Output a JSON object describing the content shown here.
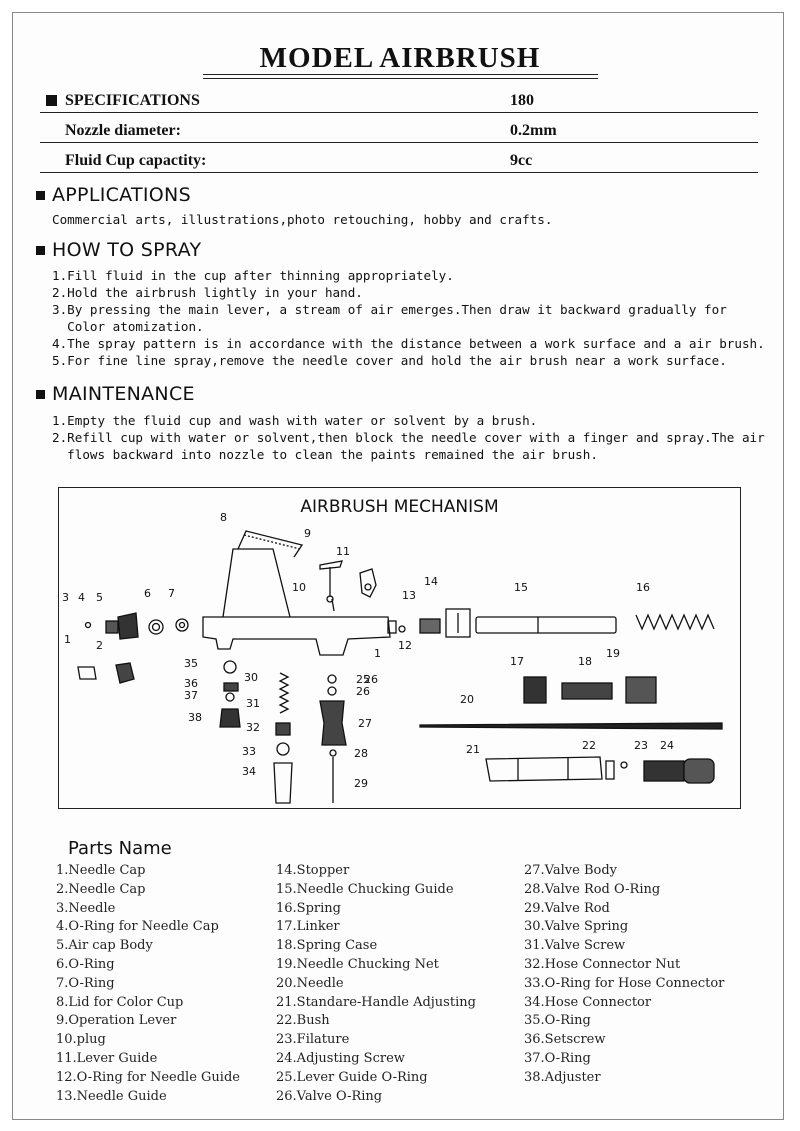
{
  "title": "MODEL AIRBRUSH",
  "specs": {
    "header_label": "SPECIFICATIONS",
    "header_value": "180",
    "rows": [
      {
        "label": "Nozzle diameter:",
        "value": "0.2mm"
      },
      {
        "label": "Fluid Cup capactity:",
        "value": "9cc"
      }
    ]
  },
  "applications": {
    "heading": "APPLICATIONS",
    "text": "Commercial arts, illustrations,photo retouching, hobby and crafts."
  },
  "how_to_spray": {
    "heading": "HOW TO SPRAY",
    "steps": [
      "1.Fill fluid in the cup after thinning appropriately.",
      "2.Hold the airbrush lightly in your hand.",
      "3.By pressing the main lever, a stream of air emerges.Then draw it backward gradually for",
      "  Color atomization.",
      "4.The spray pattern is in accordance with the distance between a work surface and a air brush.",
      "5.For fine line spray,remove the needle cover and hold the air brush near a work surface."
    ]
  },
  "maintenance": {
    "heading": "MAINTENANCE",
    "steps": [
      "1.Empty the fluid cup and wash with water or solvent by a brush.",
      "2.Refill cup with water or solvent,then block the needle cover with a finger and spray.The air",
      "  flows backward into nozzle to clean the paints remained the air brush."
    ]
  },
  "mechanism": {
    "title": "AIRBRUSH MECHANISM",
    "callouts": [
      "1",
      "2",
      "3",
      "4",
      "5",
      "6",
      "7",
      "8",
      "9",
      "10",
      "11",
      "12",
      "13",
      "14",
      "15",
      "16",
      "17",
      "18",
      "19",
      "20",
      "21",
      "22",
      "23",
      "24",
      "25",
      "26",
      "27",
      "28",
      "29",
      "30",
      "31",
      "32",
      "33",
      "34",
      "35",
      "36",
      "37",
      "38",
      "1",
      "26"
    ]
  },
  "parts": {
    "heading": "Parts Name",
    "col1": [
      "1.Needle Cap",
      "2.Needle Cap",
      "3.Needle",
      "4.O-Ring for Needle Cap",
      "5.Air cap Body",
      "6.O-Ring",
      "7.O-Ring",
      "8.Lid for Color Cup",
      "9.Operation Lever",
      "10.plug",
      "11.Lever Guide",
      "12.O-Ring for Needle Guide",
      "13.Needle Guide"
    ],
    "col2": [
      "14.Stopper",
      "15.Needle Chucking Guide",
      "16.Spring",
      "17.Linker",
      "18.Spring Case",
      "19.Needle Chucking Net",
      "20.Needle",
      "21.Standare-Handle Adjusting",
      "22.Bush",
      "23.Filature",
      "24.Adjusting Screw",
      "25.Lever Guide O-Ring",
      "26.Valve O-Ring"
    ],
    "col3": [
      "27.Valve Body",
      "28.Valve Rod O-Ring",
      "29.Valve Rod",
      "30.Valve Spring",
      "31.Valve Screw",
      "32.Hose Connector Nut",
      "33.O-Ring for Hose Connector",
      "34.Hose Connector",
      "35.O-Ring",
      "36.Setscrew",
      "37.O-Ring",
      "38.Adjuster"
    ]
  }
}
